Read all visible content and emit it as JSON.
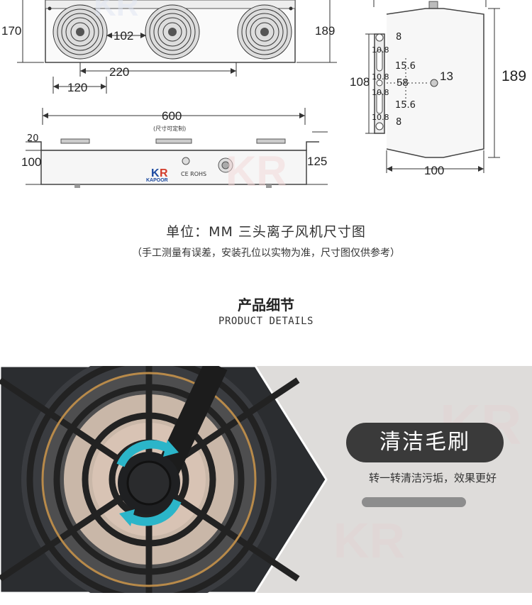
{
  "top_view": {
    "dims": {
      "height": "170",
      "fan_diameter": "102",
      "pitch": "220",
      "fan_pitch": "120",
      "right_height": "189"
    }
  },
  "front_view": {
    "width": "600",
    "width_note": "(尺寸可定制)",
    "top_flange": "20",
    "body_height": "100",
    "total_height": "125",
    "panel_marks": [
      "CE ROHS"
    ],
    "logo_text": "KAPOOR"
  },
  "side_view": {
    "dims": [
      "8",
      "10.8",
      "15.6",
      "10.8",
      "58",
      "10.8",
      "15.6",
      "10.8",
      "8"
    ],
    "left_height": "108",
    "hole": "13",
    "total_height": "189",
    "width": "100"
  },
  "caption": {
    "title": "单位：MM 三头离子风机尺寸图",
    "note": "（手工测量有误差，安装孔位以实物为准，尺寸图仅供参考）"
  },
  "section": {
    "title_cn": "产品细节",
    "title_en": "PRODUCT DETAILS"
  },
  "feature": {
    "label": "清洁毛刷",
    "description": "转一转清洁污垢，效果更好"
  },
  "colors": {
    "pill_bg": "#3a3a3a",
    "bar": "#8d8d8d",
    "arrow": "#2bb5c9",
    "copper": "#b88a4a"
  }
}
